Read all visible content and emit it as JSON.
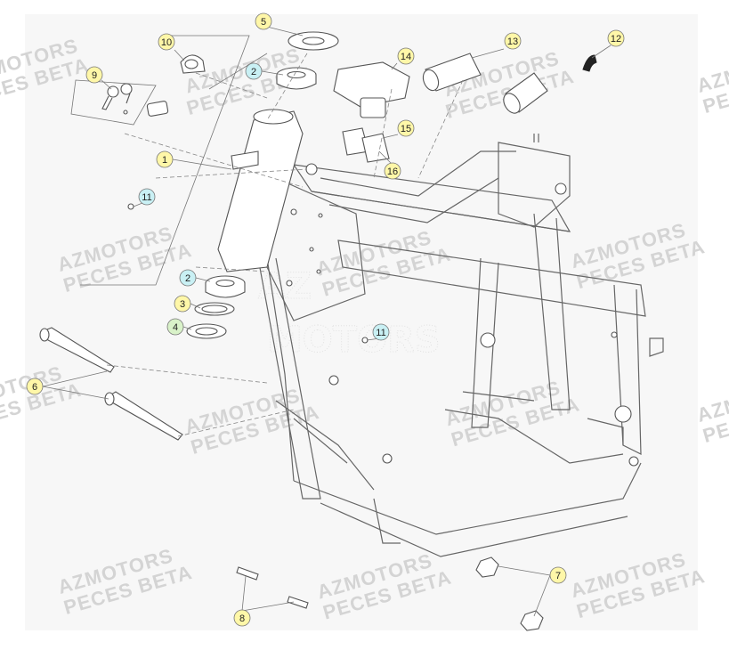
{
  "watermark": {
    "line1": "AZMOTORS",
    "line2": "PECES BETA"
  },
  "logo_text": "AZMOTORS",
  "colors": {
    "callout_yellow": "#fff7a8",
    "callout_cyan": "#c9f0f4",
    "callout_green": "#d9f2c9",
    "callout_stroke": "#777777",
    "watermark": "#d4d4d4"
  },
  "callouts": [
    {
      "id": "c1",
      "label": "1",
      "fill": "yellow"
    },
    {
      "id": "c2a",
      "label": "2",
      "fill": "cyan"
    },
    {
      "id": "c2b",
      "label": "2",
      "fill": "cyan"
    },
    {
      "id": "c3",
      "label": "3",
      "fill": "yellow"
    },
    {
      "id": "c4",
      "label": "4",
      "fill": "green"
    },
    {
      "id": "c5",
      "label": "5",
      "fill": "yellow"
    },
    {
      "id": "c6",
      "label": "6",
      "fill": "yellow"
    },
    {
      "id": "c7",
      "label": "7",
      "fill": "yellow"
    },
    {
      "id": "c8",
      "label": "8",
      "fill": "yellow"
    },
    {
      "id": "c9",
      "label": "9",
      "fill": "yellow"
    },
    {
      "id": "c10",
      "label": "10",
      "fill": "yellow"
    },
    {
      "id": "c11a",
      "label": "11",
      "fill": "cyan"
    },
    {
      "id": "c11b",
      "label": "11",
      "fill": "cyan"
    },
    {
      "id": "c12",
      "label": "12",
      "fill": "yellow"
    },
    {
      "id": "c13",
      "label": "13",
      "fill": "yellow"
    },
    {
      "id": "c14",
      "label": "14",
      "fill": "yellow"
    },
    {
      "id": "c15",
      "label": "15",
      "fill": "yellow"
    },
    {
      "id": "c16",
      "label": "16",
      "fill": "yellow"
    }
  ]
}
